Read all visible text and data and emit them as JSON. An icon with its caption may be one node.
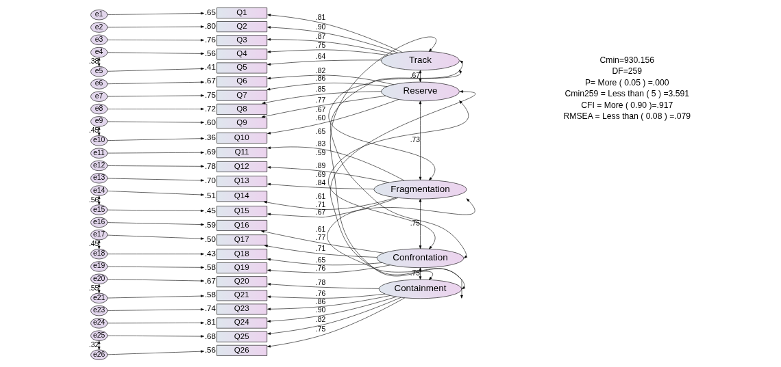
{
  "diagram": {
    "nodes": [
      {
        "text": [
          "e1"
        ]
      },
      {
        "text": [
          "e2"
        ]
      },
      {
        "text": [
          "e3"
        ]
      },
      {
        "text": [
          "e4"
        ]
      },
      {
        "text": [
          "e5"
        ]
      },
      {
        "text": [
          "e6"
        ]
      },
      {
        "text": [
          "e7"
        ]
      },
      {
        "text": [
          "e8"
        ]
      },
      {
        "text": [
          "e9"
        ]
      },
      {
        "text": [
          "e10"
        ]
      },
      {
        "text": [
          "e11"
        ]
      },
      {
        "text": [
          "e12"
        ]
      },
      {
        "text": [
          "e13"
        ]
      },
      {
        "text": [
          "e14"
        ]
      },
      {
        "text": [
          "e15"
        ]
      },
      {
        "text": [
          "e16"
        ]
      },
      {
        "text": [
          "e17"
        ]
      },
      {
        "text": [
          "e18"
        ]
      },
      {
        "text": [
          "e19"
        ]
      },
      {
        "text": [
          "e20"
        ]
      },
      {
        "text": [
          "e21"
        ]
      },
      {
        "text": [
          "e23"
        ]
      },
      {
        "text": [
          "e24"
        ]
      },
      {
        "text": [
          "e25"
        ]
      },
      {
        "text": [
          "e26"
        ]
      },
      {
        "text": [
          "Q1"
        ],
        "beside": [
          ".65"
        ]
      },
      {
        "text": [
          "Q2"
        ],
        "beside": [
          ".80"
        ]
      },
      {
        "text": [
          "Q3"
        ],
        "beside": [
          ".76"
        ]
      },
      {
        "text": [
          "Q4"
        ],
        "beside": [
          ".56"
        ]
      },
      {
        "text": [
          "Q5"
        ],
        "beside": [
          ".41"
        ]
      },
      {
        "text": [
          "Q6"
        ],
        "beside": [
          ".67"
        ]
      },
      {
        "text": [
          "Q7"
        ],
        "beside": [
          ".75"
        ]
      },
      {
        "text": [
          "Q8"
        ],
        "beside": [
          ".72"
        ]
      },
      {
        "text": [
          "Q9"
        ],
        "beside": [
          ".60"
        ]
      },
      {
        "text": [
          "Q10"
        ],
        "beside": [
          ".36"
        ]
      },
      {
        "text": [
          "Q11"
        ],
        "beside": [
          ".69"
        ]
      },
      {
        "text": [
          "Q12"
        ],
        "beside": [
          ".78"
        ]
      },
      {
        "text": [
          "Q13"
        ],
        "beside": [
          ".70"
        ]
      },
      {
        "text": [
          "Q14"
        ],
        "beside": [
          ".51"
        ]
      },
      {
        "text": [
          "Q15"
        ],
        "beside": [
          ".45"
        ]
      },
      {
        "text": [
          "Q16"
        ],
        "beside": [
          ".59"
        ]
      },
      {
        "text": [
          "Q17"
        ],
        "beside": [
          ".50"
        ]
      },
      {
        "text": [
          "Q18"
        ],
        "beside": [
          ".43"
        ]
      },
      {
        "text": [
          "Q19"
        ],
        "beside": [
          ".58"
        ]
      },
      {
        "text": [
          "Q20"
        ],
        "beside": [
          ".67"
        ]
      },
      {
        "text": [
          "Q21"
        ],
        "beside": [
          ".58"
        ]
      },
      {
        "text": [
          "Q23"
        ],
        "beside": [
          ".74"
        ]
      },
      {
        "text": [
          "Q24"
        ],
        "beside": [
          ".81"
        ]
      },
      {
        "text": [
          "Q25"
        ],
        "beside": [
          ".68"
        ]
      },
      {
        "text": [
          "Q26"
        ],
        "beside": [
          ".56"
        ]
      },
      {
        "text": [
          "Track"
        ]
      },
      {
        "text": [
          "Reserve"
        ]
      },
      {
        "text": [
          "Fragmentation"
        ]
      },
      {
        "text": [
          "Confrontation"
        ]
      },
      {
        "text": [
          "Containment"
        ]
      }
    ],
    "edges": [
      {
        "from": 0,
        "to": 25,
        "arrow": "to"
      },
      {
        "from": 1,
        "to": 26,
        "arrow": "to"
      },
      {
        "from": 2,
        "to": 27,
        "arrow": "to"
      },
      {
        "from": 3,
        "to": 28,
        "arrow": "to"
      },
      {
        "from": 4,
        "to": 29,
        "arrow": "to"
      },
      {
        "from": 5,
        "to": 30,
        "arrow": "to"
      },
      {
        "from": 6,
        "to": 31,
        "arrow": "to"
      },
      {
        "from": 7,
        "to": 32,
        "arrow": "to"
      },
      {
        "from": 8,
        "to": 33,
        "arrow": "to"
      },
      {
        "from": 9,
        "to": 34,
        "arrow": "to"
      },
      {
        "from": 10,
        "to": 35,
        "arrow": "to"
      },
      {
        "from": 11,
        "to": 36,
        "arrow": "to"
      },
      {
        "from": 12,
        "to": 37,
        "arrow": "to"
      },
      {
        "from": 13,
        "to": 38,
        "arrow": "to"
      },
      {
        "from": 14,
        "to": 39,
        "arrow": "to"
      },
      {
        "from": 15,
        "to": 40,
        "arrow": "to"
      },
      {
        "from": 16,
        "to": 41,
        "arrow": "to"
      },
      {
        "from": 17,
        "to": 42,
        "arrow": "to"
      },
      {
        "from": 18,
        "to": 43,
        "arrow": "to"
      },
      {
        "from": 19,
        "to": 44,
        "arrow": "to"
      },
      {
        "from": 20,
        "to": 45,
        "arrow": "to"
      },
      {
        "from": 21,
        "to": 46,
        "arrow": "to"
      },
      {
        "from": 22,
        "to": 47,
        "arrow": "to"
      },
      {
        "from": 23,
        "to": 48,
        "arrow": "to"
      },
      {
        "from": 24,
        "to": 49,
        "arrow": "to"
      },
      {
        "from": 50,
        "to": 25,
        "arrow": "to",
        "label": ".81"
      },
      {
        "from": 50,
        "to": 26,
        "arrow": "to",
        "label": ".90"
      },
      {
        "from": 50,
        "to": 27,
        "arrow": "to",
        "label": ".87"
      },
      {
        "from": 50,
        "to": 28,
        "arrow": "to",
        "label": ".75"
      },
      {
        "from": 50,
        "to": 29,
        "arrow": "to",
        "label": ".64"
      },
      {
        "from": 51,
        "to": 30,
        "arrow": "to",
        "label": ".82"
      },
      {
        "from": 51,
        "to": 31,
        "arrow": "to",
        "label": ".86"
      },
      {
        "from": 51,
        "to": 32,
        "arrow": "to",
        "label": ".85"
      },
      {
        "from": 51,
        "to": 33,
        "arrow": "to",
        "label": ".77"
      },
      {
        "from": 51,
        "to": 34,
        "arrow": "to",
        "label": ".60"
      },
      {
        "from": 52,
        "to": 35,
        "arrow": "to",
        "label": ".83"
      },
      {
        "from": 52,
        "to": 36,
        "arrow": "to",
        "label": ".89"
      },
      {
        "from": 52,
        "to": 37,
        "arrow": "to",
        "label": ".84"
      },
      {
        "from": 52,
        "to": 38,
        "arrow": "to",
        "label": ".71"
      },
      {
        "from": 52,
        "to": 39,
        "arrow": "to",
        "label": ".67"
      },
      {
        "from": 53,
        "to": 40,
        "arrow": "to",
        "label": ".77"
      },
      {
        "from": 53,
        "to": 41,
        "arrow": "to",
        "label": ".71"
      },
      {
        "from": 53,
        "to": 42,
        "arrow": "to",
        "label": ".65"
      },
      {
        "from": 53,
        "to": 43,
        "arrow": "to",
        "label": ".76"
      },
      {
        "from": 54,
        "to": 44,
        "arrow": "to",
        "label": ".78"
      },
      {
        "from": 54,
        "to": 45,
        "arrow": "to",
        "label": ".76"
      },
      {
        "from": 54,
        "to": 46,
        "arrow": "to",
        "label": ".86"
      },
      {
        "from": 54,
        "to": 47,
        "arrow": "to",
        "label": ".90"
      },
      {
        "from": 54,
        "to": 48,
        "arrow": "to",
        "label": ".82"
      },
      {
        "from": 54,
        "to": 49,
        "arrow": "to",
        "label": ".75"
      },
      {
        "from": 3,
        "to": 4,
        "arrow": "both",
        "label": ".38"
      },
      {
        "from": 8,
        "to": 9,
        "arrow": "both",
        "label": ".45"
      },
      {
        "from": 13,
        "to": 14,
        "arrow": "both",
        "label": ".56"
      },
      {
        "from": 16,
        "to": 17,
        "arrow": "both",
        "label": ".45"
      },
      {
        "from": 19,
        "to": 20,
        "arrow": "both",
        "label": ".55"
      },
      {
        "from": 23,
        "to": 24,
        "arrow": "both",
        "label": ".32"
      },
      {
        "from": 50,
        "to": 51,
        "arrow": "both",
        "label": ".67"
      },
      {
        "from": 50,
        "to": 52,
        "arrow": "both",
        "label": ".67"
      },
      {
        "from": 50,
        "to": 53,
        "arrow": "both",
        "label": ".65"
      },
      {
        "from": 50,
        "to": 54,
        "arrow": "both",
        "label": ".59"
      },
      {
        "from": 51,
        "to": 52,
        "arrow": "both",
        "label": ".73"
      },
      {
        "from": 51,
        "to": 53,
        "arrow": "both",
        "label": ".69"
      },
      {
        "from": 51,
        "to": 54,
        "arrow": "both",
        "label": ".61"
      },
      {
        "from": 52,
        "to": 53,
        "arrow": "both",
        "label": ".75"
      },
      {
        "from": 52,
        "to": 54,
        "arrow": "both",
        "label": ".61"
      },
      {
        "from": 53,
        "to": 54,
        "arrow": "both",
        "label": ".75"
      }
    ],
    "labels": [
      "Cmin=930.156",
      "DF=259",
      "P= More ( 0.05 ) =.000",
      "Cmin259 = Less than ( 5 ) =3.591",
      "CFI = More ( 0.90 )=.917",
      "RMSEA = Less than ( 0.08 ) =.079"
    ]
  }
}
